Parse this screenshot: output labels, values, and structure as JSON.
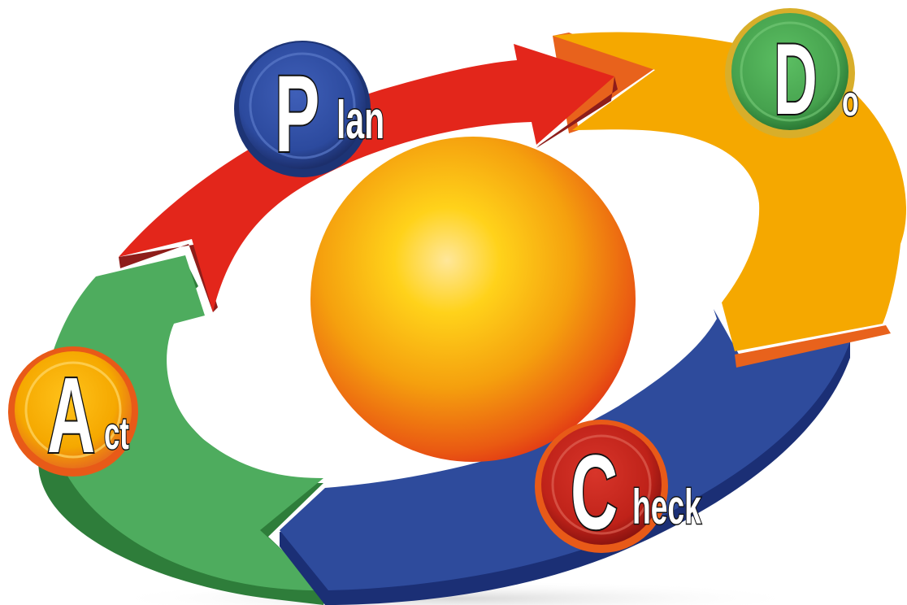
{
  "diagram": {
    "steps": [
      {
        "initial": "P",
        "rest": "lan",
        "badge_color": "#2c4a9e",
        "arrow_color": "#e3261b"
      },
      {
        "initial": "D",
        "rest": "o",
        "badge_color": "#4aa54f",
        "arrow_color": "#f5a800"
      },
      {
        "initial": "C",
        "rest": "heck",
        "badge_color": "#c0231c",
        "arrow_color": "#2d4a9a"
      },
      {
        "initial": "A",
        "rest": "ct",
        "badge_color": "#f5a800",
        "arrow_color": "#4daa5c"
      }
    ],
    "center_sphere_color": "#f29a0f"
  }
}
